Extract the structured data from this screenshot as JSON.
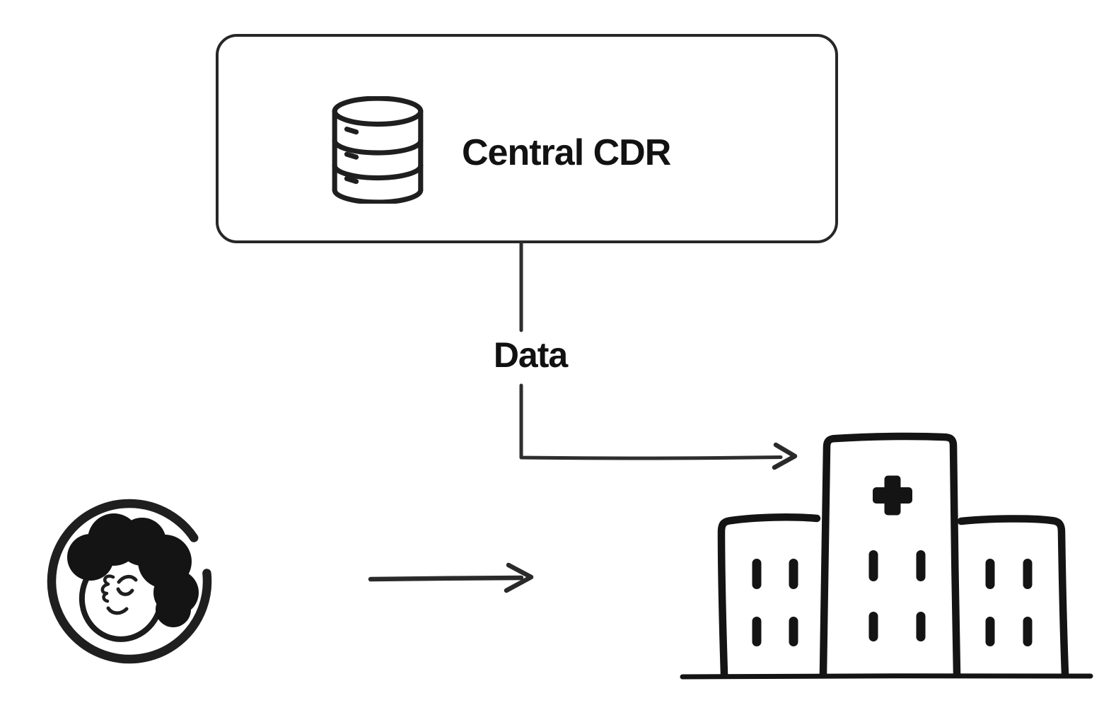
{
  "canvas": {
    "background": "#ffffff",
    "ink": "#222222"
  },
  "diagram": {
    "cdr_node": {
      "label": "Central CDR",
      "icon": "database-icon"
    },
    "data_edge": {
      "label": "Data",
      "from": "cdr_node",
      "to": "hospital_node",
      "style": "elbow-arrow"
    },
    "patient_edge": {
      "from": "patient_node",
      "to": "hospital_node",
      "style": "straight-arrow"
    },
    "patient_node": {
      "icon": "person-avatar-icon"
    },
    "hospital_node": {
      "icon": "hospital-building-icon"
    }
  }
}
